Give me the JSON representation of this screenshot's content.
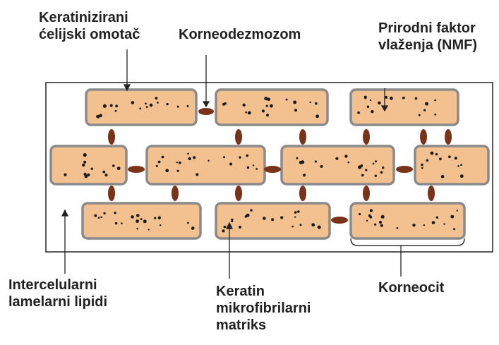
{
  "labels": {
    "envelope": {
      "line1": "Keratinizirani",
      "line2": "ćelijski omotač"
    },
    "corneodesmosome": "Korneodezmozom",
    "nmf": {
      "line1": "Prirodni faktor",
      "line2": "vlaženja (NMF)"
    },
    "lipids": {
      "line1": "Intercelularni",
      "line2": "lamelarni lipidi"
    },
    "keratin": {
      "line1": "Keratin",
      "line2": "mikrofibrilarni",
      "line3": "matriks"
    },
    "corneocyte": "Korneocit"
  },
  "colors": {
    "cell_fill": "#f3c18f",
    "cell_border": "#8a8a8a",
    "desmosome": "#7a3318",
    "dot": "#1a1a1a",
    "text": "#222222"
  }
}
